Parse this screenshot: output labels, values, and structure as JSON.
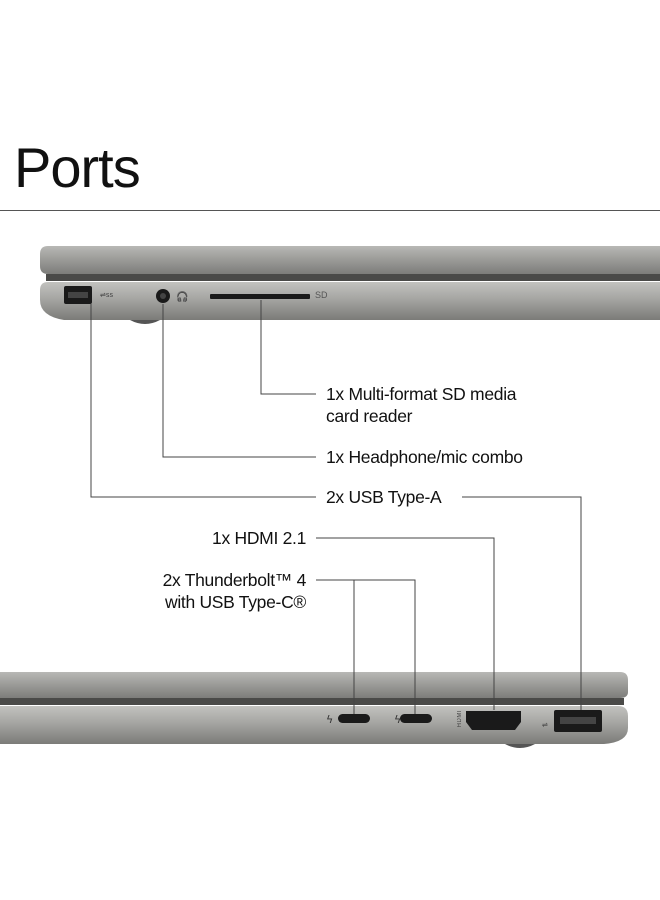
{
  "page": {
    "title": "Ports"
  },
  "callouts": {
    "sd_reader_line1": "1x Multi-format SD media",
    "sd_reader_line2": "card reader",
    "headphone": "1x Headphone/mic combo",
    "usb_a": "2x USB Type-A",
    "hdmi": "1x HDMI 2.1",
    "thunderbolt_line1": "2x Thunderbolt™ 4",
    "thunderbolt_line2": "with USB Type-C®"
  },
  "port_marks": {
    "sd": "SD",
    "hdmi": "HDMI"
  },
  "colors": {
    "chassis": "#9b9b98",
    "chassis_dark": "#6e6e6b",
    "port": "#1a1a1a",
    "leader_line": "#444444"
  }
}
